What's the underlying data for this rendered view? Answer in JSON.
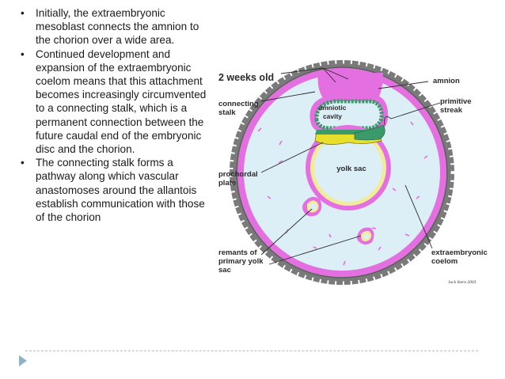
{
  "bullets": [
    "Initially, the extraembryonic mesoblast connects the amnion to the chorion over a wide area.",
    "Continued development and expansion of the extraembryonic coelom means that this attachment becomes increasingly circumvented to a connecting stalk, which is a permanent connection between the future caudal end of the embryonic disc and the chorion.",
    "The connecting stalk forms a pathway along which vascular anastomoses around the allantois establish communication with those of the chorion"
  ],
  "diagram": {
    "title": "2 weeks old",
    "labels": {
      "connecting_stalk": [
        "connecting",
        "stalk"
      ],
      "amnion": "amnion",
      "amniotic_cavity": [
        "amniotic",
        "cavity"
      ],
      "primitive_streak": [
        "primitive",
        "streak"
      ],
      "prochordal_plate": [
        "prochordal",
        "plate"
      ],
      "yolk_sac": "yolk sac",
      "remnants": [
        "remants of",
        "primary yolk",
        "sac"
      ],
      "extraembryonic_coelom": [
        "extraembryonic",
        "coelom"
      ],
      "credit": "Jack Stern 2003"
    }
  },
  "colors": {
    "coelom": "#dceef6",
    "mesoderm": "#e46fe0",
    "trophoblast": "#7a7a7a",
    "epiblast": "#3a9a6a",
    "hypoblast": "#e8df2a",
    "accent": "#8fb1c6"
  }
}
